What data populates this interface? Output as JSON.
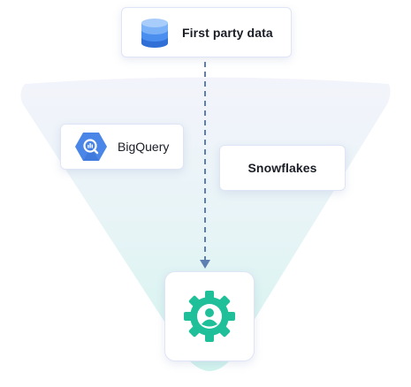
{
  "source": {
    "label": "First party data",
    "icon": "database-icon",
    "icon_color": "#4a8ff0"
  },
  "warehouses": [
    {
      "label": "BigQuery",
      "icon": "bigquery-icon",
      "icon_color": "#4a86e8"
    },
    {
      "label": "Snowflakes"
    }
  ],
  "hub": {
    "icon": "user-gear-icon",
    "icon_color": "#1fbf9a"
  },
  "connector": {
    "style": "dashed-arrow",
    "color": "#5f7fb3"
  },
  "funnel": {
    "gradient_top": "#f2f4fb",
    "gradient_bottom": "#d4f5ef"
  }
}
